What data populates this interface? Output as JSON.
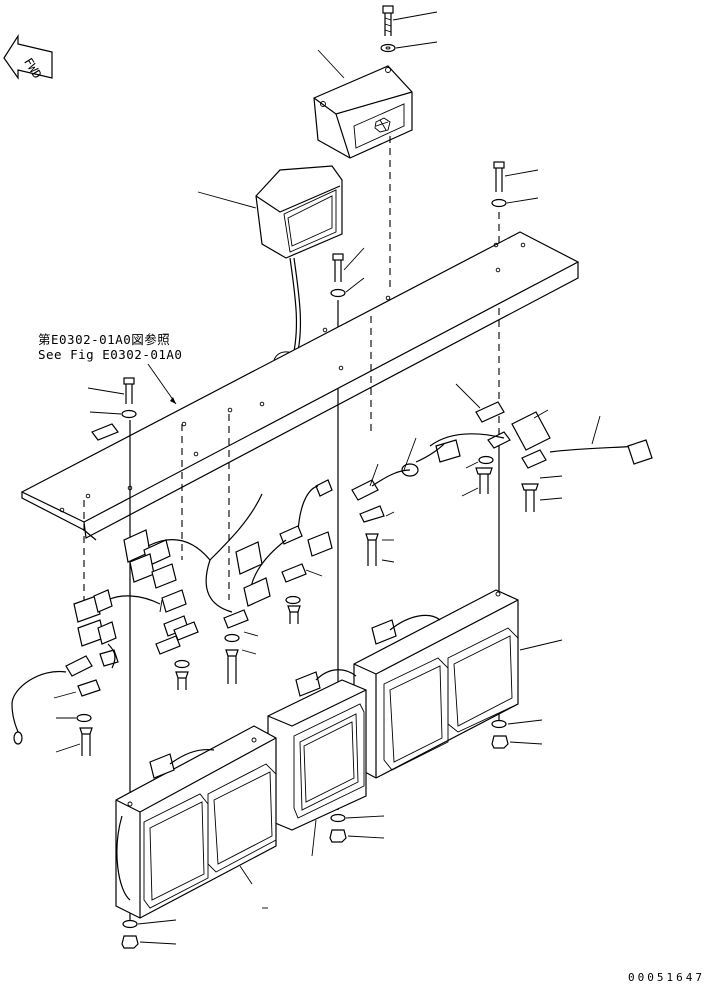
{
  "fwd_label": "FWD",
  "reference_note": {
    "line_jp": "第E0302-01A0図参照",
    "line_en": "See Fig E0302-01A0"
  },
  "document_number": "00051647"
}
